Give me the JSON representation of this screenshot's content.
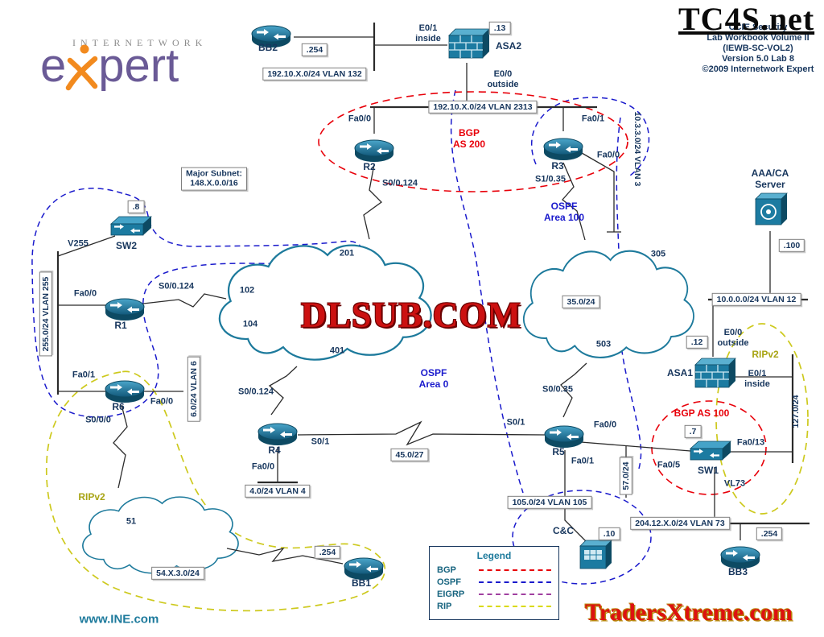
{
  "header": {
    "watermark_tc4s": "TC4S.net",
    "title_lines": [
      "CCIE Security",
      "Lab Workbook Volume II",
      "(IEWB-SC-VOL2)",
      "Version 5.0 Lab 8",
      "©2009 Internetwork Expert"
    ]
  },
  "logo": {
    "wordmark_top": "INTERNETWORK",
    "e": "e",
    "pert": "pert",
    "url": "www.INE.com"
  },
  "watermarks": {
    "center": "DLSUB.COM",
    "bottom_right": "TradersXtreme.com"
  },
  "notes": {
    "major_subnet_line1": "Major Subnet:",
    "major_subnet_line2": "148.X.0.0/16"
  },
  "devices": {
    "r1": "R1",
    "r2": "R2",
    "r3": "R3",
    "r4": "R4",
    "r5": "R5",
    "r6": "R6",
    "sw1": "SW1",
    "sw2": "SW2",
    "bb1": "BB1",
    "bb2": "BB2",
    "bb3": "BB3",
    "asa1": "ASA1",
    "asa2": "ASA2",
    "cc": "C&C",
    "aaa_line1": "AAA/CA",
    "aaa_line2": "Server"
  },
  "interfaces": {
    "asa2_e01": "E0/1",
    "asa2_inside": "inside",
    "asa2_e00": "E0/0",
    "asa2_outside": "outside",
    "r2_fa00": "Fa0/0",
    "r2_s00124": "S0/0.124",
    "r3_fa01": "Fa0/1",
    "r3_fa00": "Fa0/0",
    "r3_s1035": "S1/0.35",
    "sw2_v255": "V255",
    "r1_fa00": "Fa0/0",
    "r1_s00124": "S0/0.124",
    "r6_fa01": "Fa0/1",
    "r6_fa00": "Fa0/0",
    "r6_s000": "S0/0/0",
    "r4_s00124": "S0/0.124",
    "r4_s01": "S0/1",
    "r4_fa00": "Fa0/0",
    "r5_s0035": "S0/0.35",
    "r5_s01": "S0/1",
    "r5_fa00": "Fa0/0",
    "r5_fa01": "Fa0/1",
    "sw1_fa013": "Fa0/13",
    "sw1_fa05": "Fa0/5",
    "sw1_vl73": "VL73",
    "asa1_e00": "E0/0",
    "asa1_outside": "outside",
    "asa1_e01": "E0/1",
    "asa1_inside": "inside"
  },
  "addresses": {
    "bb2": ".254",
    "asa2": ".13",
    "sw2": ".8",
    "aaa": ".100",
    "asa1": ".12",
    "sw1": ".7",
    "cc": ".10",
    "bb3": ".254",
    "bb1": ".254"
  },
  "segments": {
    "vlan132": "192.10.X.0/24 VLAN 132",
    "vlan2313": "192.10.X.0/24 VLAN 2313",
    "vlan3": "10.3.3.0/24 VLAN 3",
    "vlan255": "255.0/24 VLAN 255",
    "vlan12": "10.0.0.0/24 VLAN 12",
    "sub127": "127.0/24",
    "vlan6": "6.0/24 VLAN 6",
    "vlan4": "4.0/24 VLAN 4",
    "sub45": "45.0/27",
    "sub35": "35.0/24",
    "sub57": "57.0/24",
    "vlan105": "105.0/24 VLAN 105",
    "vlan73": "204.12.X.0/24 VLAN 73",
    "sub54": "54.X.3.0/24"
  },
  "areas": {
    "bgp200_line1": "BGP",
    "bgp200_line2": "AS 200",
    "bgp100": "BGP AS 100",
    "ospf100_line1": "OSPF",
    "ospf100_line2": "Area 100",
    "ospf0_line1": "OSPF",
    "ospf0_line2": "Area 0",
    "rip_left": "RIPv2",
    "rip_right": "RIPv2"
  },
  "frame_relay": {
    "dlci_201": "201",
    "dlci_102": "102",
    "dlci_104": "104",
    "dlci_401": "401",
    "dlci_305": "305",
    "dlci_503": "503",
    "dlci_51": "51"
  },
  "legend": {
    "title": "Legend",
    "items": [
      {
        "label": "BGP",
        "color": "#e8000a"
      },
      {
        "label": "OSPF",
        "color": "#1a1acc"
      },
      {
        "label": "EIGRP",
        "color": "#a040a0"
      },
      {
        "label": "RIP",
        "color": "#d9d900"
      }
    ]
  }
}
